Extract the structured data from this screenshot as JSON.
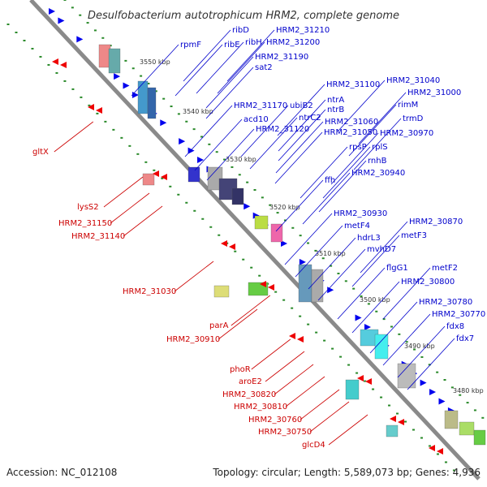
{
  "title": "Desulfobacterium autotrophicum HRM2, complete genome",
  "footer": {
    "accession": "Accession: NC_012108",
    "summary": "Topology: circular; Length: 5,589,073 bp; Genes: 4,936"
  },
  "colors": {
    "plus_strand": "#0000ee",
    "minus_strand": "#ee0000",
    "plus_label": "#0000cc",
    "minus_label": "#cc0000",
    "backbone": "#888888",
    "dots": "#2a8a2a"
  },
  "kbp_ticks": [
    "3550 kbp",
    "3540 kbp",
    "3530 kbp",
    "3520 kbp",
    "3510 kbp",
    "3500 kbp",
    "3490 kbp",
    "3480 kbp"
  ],
  "plus_labels": [
    "rpmF",
    "ribD",
    "ribE",
    "ribH",
    "HRM2_31210",
    "HRM2_31200",
    "HRM2_31190",
    "sat2",
    "HRM2_31170",
    "acd10",
    "ubiB2",
    "HRM2_31100",
    "ntrA",
    "ntrB",
    "ntrC2",
    "HRM2_31120",
    "HRM2_31060",
    "HRM2_31050",
    "HRM2_31040",
    "HRM2_31000",
    "rimM",
    "trmD",
    "HRM2_30970",
    "rpsP",
    "rplS",
    "rnhB",
    "HRM2_30940",
    "ffh",
    "HRM2_30930",
    "metF4",
    "hdrL3",
    "mvhD7",
    "HRM2_30870",
    "metF3",
    "flgG1",
    "HRM2_30800",
    "metF2",
    "HRM2_30780",
    "HRM2_30770",
    "fdx8",
    "fdx7"
  ],
  "minus_labels": [
    "gltX",
    "lysS2",
    "HRM2_31150",
    "HRM2_31140",
    "HRM2_31030",
    "parA",
    "HRM2_30910",
    "phoR",
    "aroE2",
    "HRM2_30820",
    "HRM2_30810",
    "HRM2_30760",
    "HRM2_30750",
    "glcD4"
  ]
}
